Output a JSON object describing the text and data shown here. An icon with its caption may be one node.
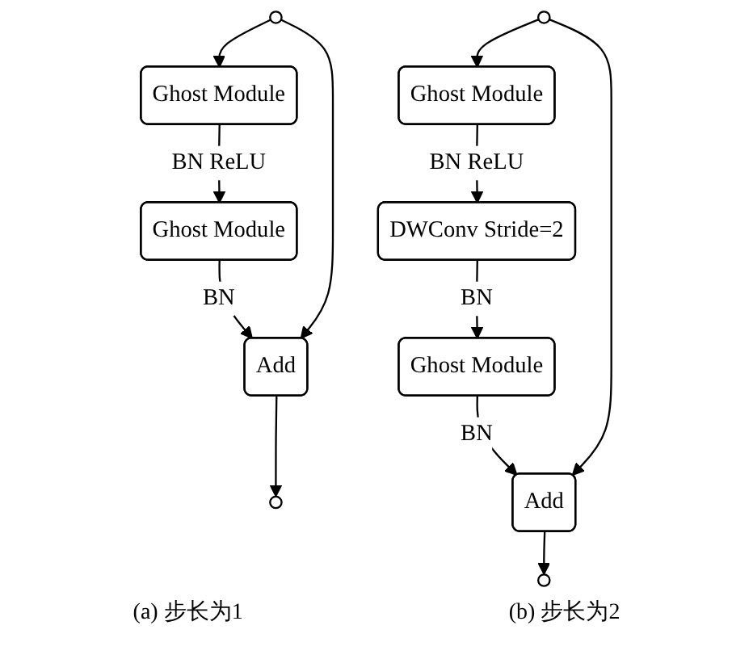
{
  "diagram": {
    "nodes": [
      {
        "text": [],
        "shape": "circle"
      },
      {
        "text": [
          "Ghost Module"
        ]
      },
      {
        "text": [
          "Ghost Module"
        ]
      },
      {
        "text": [
          "Add"
        ]
      },
      {
        "text": [],
        "shape": "circle"
      },
      {
        "text": [],
        "shape": "circle"
      },
      {
        "text": [
          "Ghost Module"
        ]
      },
      {
        "text": [
          "DWConv Stride=2"
        ]
      },
      {
        "text": [
          "Ghost Module"
        ]
      },
      {
        "text": [
          "Add"
        ]
      },
      {
        "text": [],
        "shape": "circle"
      }
    ],
    "edges": [
      {
        "from": 0,
        "to": 1,
        "arrow": "to"
      },
      {
        "from": 1,
        "to": 2,
        "arrow": "to",
        "label": "BN ReLU"
      },
      {
        "from": 2,
        "to": 3,
        "arrow": "to",
        "label": "BN"
      },
      {
        "from": 0,
        "to": 3,
        "arrow": "to"
      },
      {
        "from": 3,
        "to": 4,
        "arrow": "to"
      },
      {
        "from": 5,
        "to": 6,
        "arrow": "to"
      },
      {
        "from": 6,
        "to": 7,
        "arrow": "to",
        "label": "BN ReLU"
      },
      {
        "from": 7,
        "to": 8,
        "arrow": "to",
        "label": "BN"
      },
      {
        "from": 8,
        "to": 9,
        "arrow": "to",
        "label": "BN"
      },
      {
        "from": 5,
        "to": 9,
        "arrow": "to"
      },
      {
        "from": 9,
        "to": 10,
        "arrow": "to"
      }
    ],
    "labels": [
      "(a) 步长为1",
      "(b) 步长为2"
    ]
  }
}
